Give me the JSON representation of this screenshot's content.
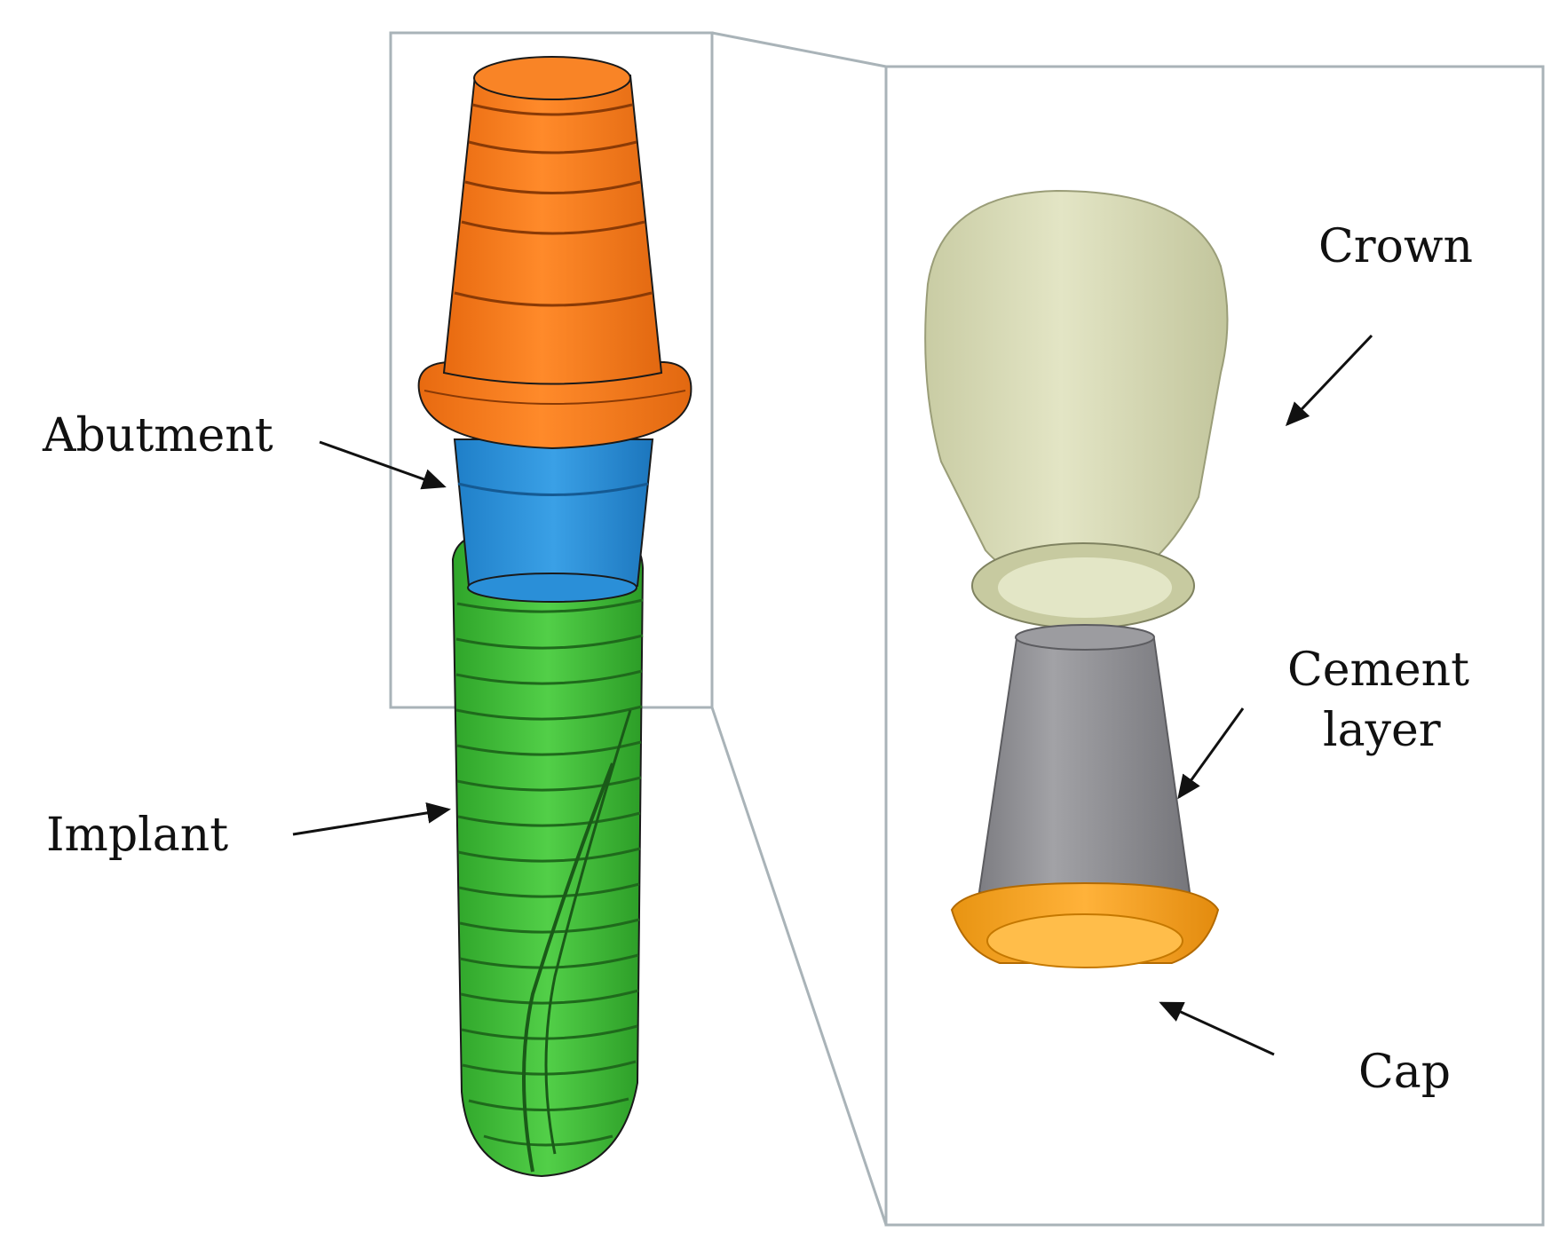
{
  "labels": {
    "abutment": "Abutment",
    "implant": "Implant",
    "crown": "Crown",
    "cement_line1": "Cement",
    "cement_line2": "layer",
    "cap": "Cap"
  },
  "colors": {
    "abutment_top": "#f57c1f",
    "abutment_base": "#2b8fd6",
    "implant": "#3fbf3a",
    "crown": "#d9dcb8",
    "cement": "#8e8e92",
    "cap": "#f4a21d",
    "frame": "#a9b3b8",
    "outline": "#1a1a1a"
  }
}
